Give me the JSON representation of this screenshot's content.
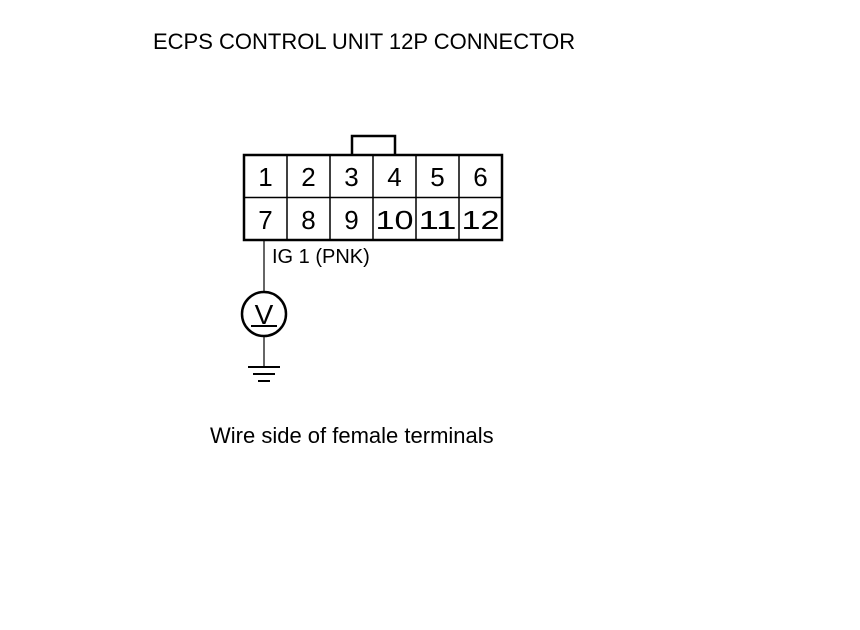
{
  "title": "ECPS CONTROL UNIT 12P CONNECTOR",
  "connector": {
    "rows": [
      [
        "1",
        "2",
        "3",
        "4",
        "5",
        "6"
      ],
      [
        "7",
        "8",
        "9",
        "10",
        "11",
        "12"
      ]
    ]
  },
  "wire_label": "IG 1 (PNK)",
  "meter_symbol": "V",
  "caption": "Wire side of female terminals"
}
